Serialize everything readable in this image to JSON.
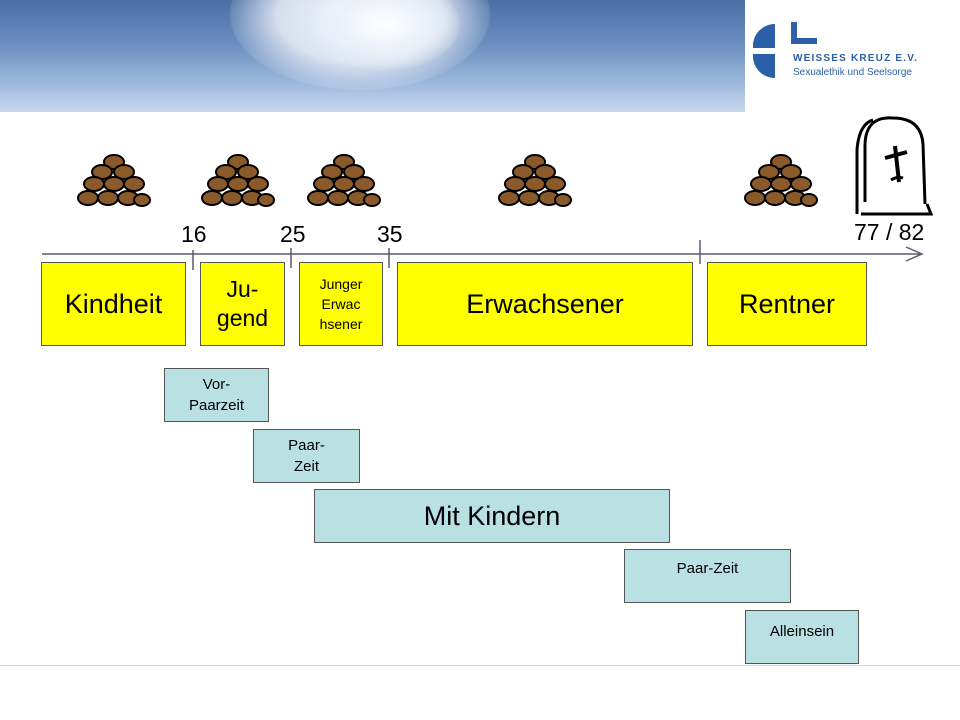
{
  "logo": {
    "line1": "WEISSES KREUZ E.V.",
    "line2": "Sexualethik und Seelsorge",
    "brand_color": "#2b5fa8"
  },
  "ages": [
    "16",
    "25",
    "35",
    "77 / 82"
  ],
  "life_stages": {
    "kindheit": "Kindheit",
    "jugend_1": "Ju-",
    "jugend_2": "gend",
    "junger_1": "Junger",
    "junger_2": "Erwac",
    "junger_3": "hsener",
    "erwachsener": "Erwachsener",
    "rentner": "Rentner"
  },
  "relationship_phases": {
    "vor_1": "Vor-",
    "vor_2": "Paarzeit",
    "paar_1": "Paar-",
    "paar_2": "Zeit",
    "kinder": "Mit Kindern",
    "paar_spaet": "Paar-Zeit",
    "alleinsein": "Alleinsein"
  },
  "icons": [
    "money-pile-icon",
    "money-pile-icon",
    "money-pile-icon",
    "money-pile-icon",
    "money-pile-icon",
    "gravestone-icon"
  ],
  "colors": {
    "stage_fill": "#ffff00",
    "phase_fill": "#b9e0e3",
    "money": "#8b5a2b"
  }
}
